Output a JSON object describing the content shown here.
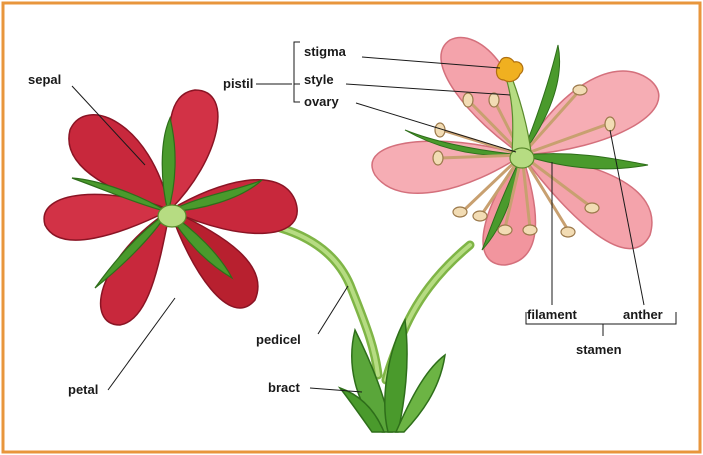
{
  "labels": {
    "sepal": "sepal",
    "petal": "petal",
    "pistil": "pistil",
    "stigma": "stigma",
    "style": "style",
    "ovary": "ovary",
    "pedicel": "pedicel",
    "bract": "bract",
    "filament": "filament",
    "anther": "anther",
    "stamen": "stamen"
  },
  "colors": {
    "frame": "#e8963c",
    "back_petal": "#c8283c",
    "back_petal_dark": "#9c1a2c",
    "front_petal": "#f4a3ab",
    "front_petal_edge": "#d4707c",
    "leaf": "#4a9a2c",
    "leaf_dark": "#2e6e1a",
    "stem": "#9ccc5c",
    "stigma": "#f0b020",
    "stamen": "#f2dcb4"
  }
}
